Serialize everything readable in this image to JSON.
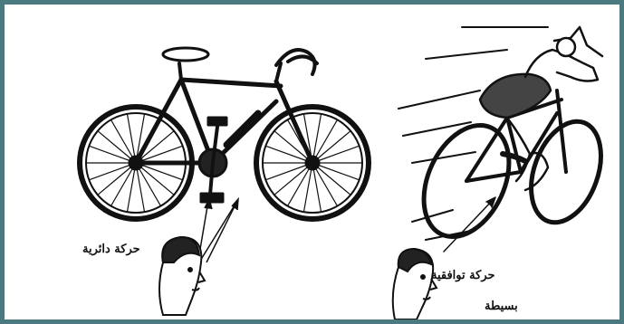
{
  "colors": {
    "frame": "#4a7a80",
    "ink": "#111111",
    "background": "#ffffff"
  },
  "figure": {
    "left_panel": {
      "subject": "stationary-bicycle",
      "caption": "حركة دائرية"
    },
    "right_panel": {
      "subject": "moving-cyclist",
      "caption_line1": "حركة توافقية",
      "caption_line2": "بسيطة"
    }
  }
}
